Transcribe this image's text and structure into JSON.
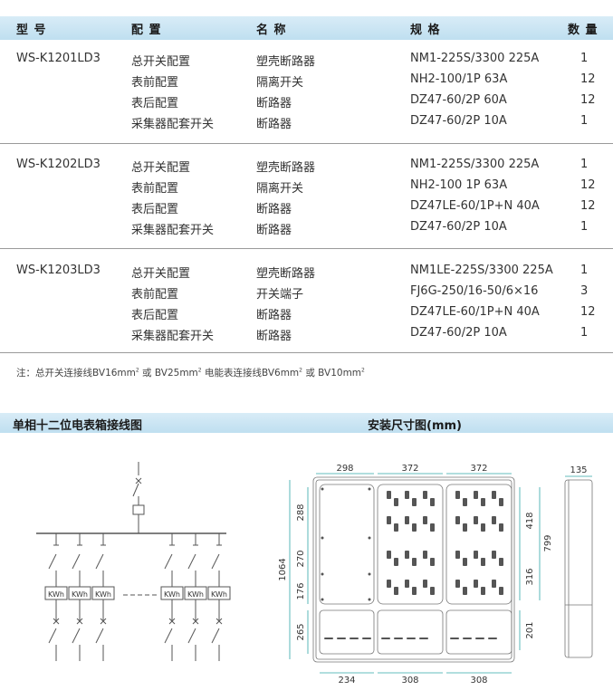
{
  "header": {
    "model": "型 号",
    "config": "配 置",
    "name": "名 称",
    "spec": "规 格",
    "qty": "数 量"
  },
  "groups": [
    {
      "model": "WS-K1201LD3",
      "rows": [
        {
          "config": "总开关配置",
          "name": "塑壳断路器",
          "spec": "NM1-225S/3300 225A",
          "qty": "1"
        },
        {
          "config": "表前配置",
          "name": "隔离开关",
          "spec": "NH2-100/1P 63A",
          "qty": "12"
        },
        {
          "config": "表后配置",
          "name": "断路器",
          "spec": "DZ47-60/2P 60A",
          "qty": "12"
        },
        {
          "config": "采集器配套开关",
          "name": "断路器",
          "spec": "DZ47-60/2P 10A",
          "qty": "1"
        }
      ]
    },
    {
      "model": "WS-K1202LD3",
      "rows": [
        {
          "config": "总开关配置",
          "name": "塑壳断路器",
          "spec": "NM1-225S/3300 225A",
          "qty": "1"
        },
        {
          "config": "表前配置",
          "name": "隔离开关",
          "spec": "NH2-100 1P 63A",
          "qty": "12"
        },
        {
          "config": "表后配置",
          "name": "断路器",
          "spec": "DZ47LE-60/1P+N 40A",
          "qty": "12"
        },
        {
          "config": "采集器配套开关",
          "name": "断路器",
          "spec": "DZ47-60/2P 10A",
          "qty": "1"
        }
      ]
    },
    {
      "model": "WS-K1203LD3",
      "rows": [
        {
          "config": "总开关配置",
          "name": "塑壳断路器",
          "spec": "NM1LE-225S/3300 225A",
          "qty": "1"
        },
        {
          "config": "表前配置",
          "name": "开关端子",
          "spec": "FJ6G-250/16-50/6×16",
          "qty": "3"
        },
        {
          "config": "表后配置",
          "name": "断路器",
          "spec": "DZ47LE-60/1P+N 40A",
          "qty": "12"
        },
        {
          "config": "采集器配套开关",
          "name": "断路器",
          "spec": "DZ47-60/2P 10A",
          "qty": "1"
        }
      ]
    }
  ],
  "note": {
    "prefix": "注：总开关连接线BV16mm",
    "sq": "2",
    "or1": " 或 BV25mm",
    "mid": " 电能表连接线BV6mm",
    "or2": " 或 BV10mm"
  },
  "section": {
    "wiring_title": "单相十二位电表箱接线图",
    "dims_title": "安装尺寸图(mm)"
  },
  "wiring": {
    "meter_label": "KWh"
  },
  "dimensions": {
    "top": [
      "298",
      "372",
      "372",
      "135"
    ],
    "bottom": [
      "234",
      "308",
      "308"
    ],
    "left": [
      "288",
      "270",
      "176",
      "265"
    ],
    "total_height": "1064",
    "right": [
      "418",
      "316",
      "799",
      "201"
    ]
  }
}
